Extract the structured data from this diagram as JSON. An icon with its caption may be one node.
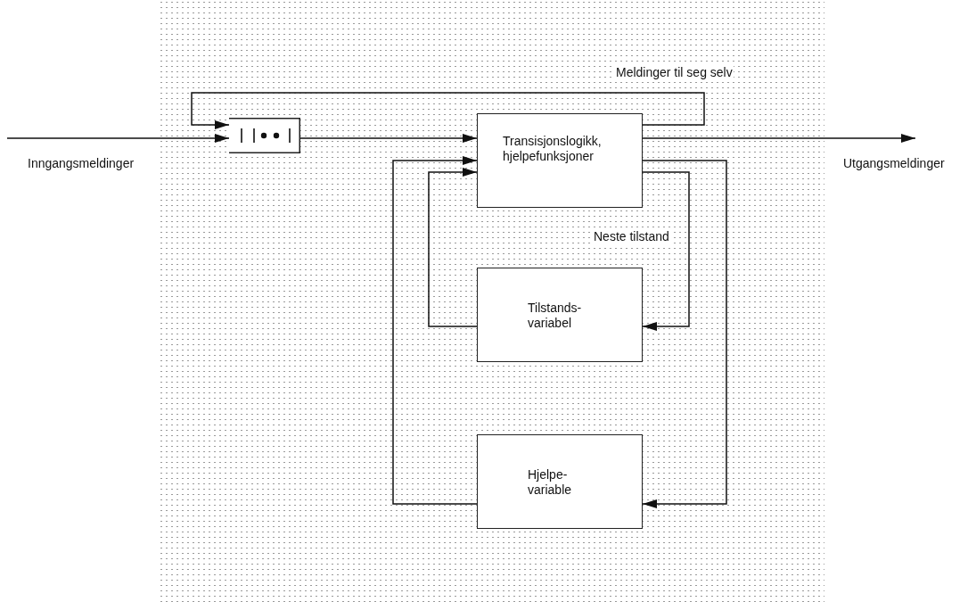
{
  "diagram": {
    "nodes": [
      {
        "text": [],
        "shape": "box"
      },
      {
        "text": [
          "Transisjonslogikk, hjelpefunksjoner"
        ]
      },
      {
        "text": [
          "Tilstands- variabel"
        ]
      },
      {
        "text": [
          "Hjelpe- variable"
        ]
      }
    ],
    "edges": [
      {
        "from": null,
        "to": 0,
        "arrow": "to",
        "label": "Inngangsmeldinger"
      },
      {
        "from": 1,
        "to": 0,
        "arrow": "to",
        "label": "Meldinger til seg selv"
      },
      {
        "from": 0,
        "to": 1,
        "arrow": "to"
      },
      {
        "from": 1,
        "to": null,
        "arrow": "to",
        "label": "Utgangsmeldinger"
      },
      {
        "from": 1,
        "to": 2,
        "arrow": "to",
        "label": "Neste tilstand"
      },
      {
        "from": 2,
        "to": 1,
        "arrow": "to"
      },
      {
        "from": 1,
        "to": 3,
        "arrow": "to"
      },
      {
        "from": 3,
        "to": 1,
        "arrow": "to"
      }
    ]
  }
}
